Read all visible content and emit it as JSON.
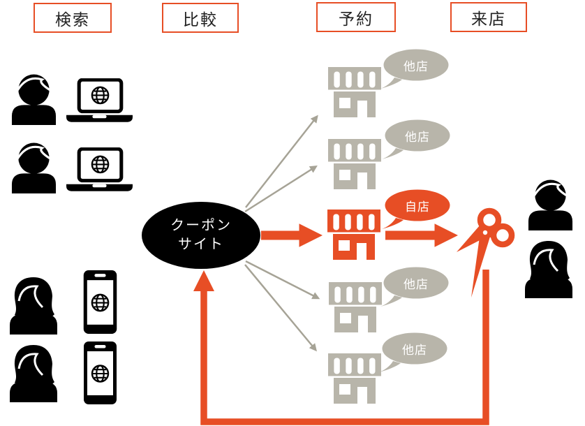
{
  "stages": [
    {
      "label": "検索"
    },
    {
      "label": "比較"
    },
    {
      "label": "予約"
    },
    {
      "label": "来店"
    }
  ],
  "coupon_site": {
    "line1": "クーポン",
    "line2": "サイト"
  },
  "shops": [
    {
      "bubble_label": "他店",
      "type": "other"
    },
    {
      "bubble_label": "他店",
      "type": "other"
    },
    {
      "bubble_label": "自店",
      "type": "own"
    },
    {
      "bubble_label": "他店",
      "type": "other"
    },
    {
      "bubble_label": "他店",
      "type": "other"
    }
  ],
  "icons": {
    "male-user-icon": "black male person silhouette",
    "female-user-icon": "black female person silhouette",
    "laptop-globe-icon": "laptop with globe on screen",
    "smartphone-globe-icon": "smartphone with globe on screen",
    "storefront-icon": "shop storefront with striped awning, window and door",
    "speech-bubble-icon": "oval callout with tail to lower left",
    "scissors-icon": "open scissors pointing lower left"
  },
  "colors": {
    "accent": "#E74E25",
    "shop_gray": "#B8B5AA",
    "arrow_gray": "#A6A396",
    "icon_black": "#000000",
    "bubble_text": "#FFFFFF"
  }
}
